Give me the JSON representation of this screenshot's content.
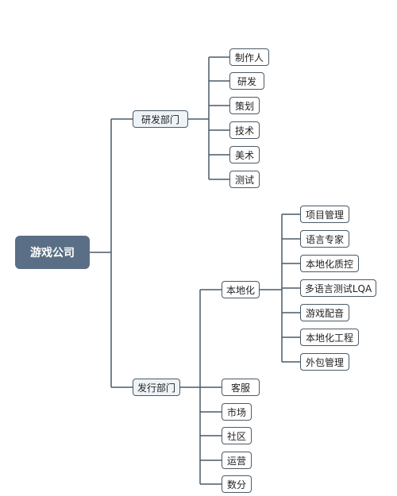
{
  "root": {
    "label": "游戏公司"
  },
  "branches": [
    {
      "label": "研发部门",
      "children": [
        {
          "label": "制作人"
        },
        {
          "label": "研发"
        },
        {
          "label": "策划"
        },
        {
          "label": "技术"
        },
        {
          "label": "美术"
        },
        {
          "label": "测试"
        }
      ]
    },
    {
      "label": "发行部门",
      "children": [
        {
          "label": "本地化",
          "children": [
            {
              "label": "项目管理"
            },
            {
              "label": "语言专家"
            },
            {
              "label": "本地化质控"
            },
            {
              "label": "多语言测试LQA"
            },
            {
              "label": "游戏配音"
            },
            {
              "label": "本地化工程"
            },
            {
              "label": "外包管理"
            }
          ]
        },
        {
          "label": "客服"
        },
        {
          "label": "市场"
        },
        {
          "label": "社区"
        },
        {
          "label": "运营"
        },
        {
          "label": "数分"
        }
      ]
    }
  ]
}
